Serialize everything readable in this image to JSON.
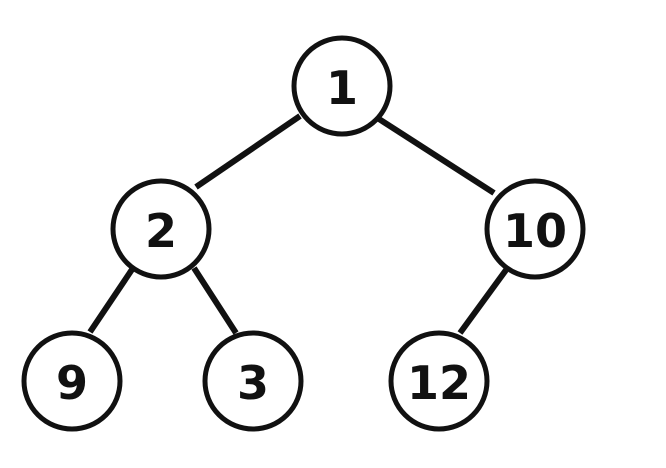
{
  "diagram": {
    "type": "binary-tree",
    "nodes": [
      {
        "id": "n1",
        "label": "1"
      },
      {
        "id": "n2",
        "label": "2"
      },
      {
        "id": "n10",
        "label": "10"
      },
      {
        "id": "n9",
        "label": "9"
      },
      {
        "id": "n3",
        "label": "3"
      },
      {
        "id": "n12",
        "label": "12"
      }
    ],
    "edges": [
      {
        "from": "n1",
        "to": "n2"
      },
      {
        "from": "n1",
        "to": "n10"
      },
      {
        "from": "n2",
        "to": "n9"
      },
      {
        "from": "n2",
        "to": "n3"
      },
      {
        "from": "n10",
        "to": "n12"
      }
    ],
    "colors": {
      "stroke": "#111111",
      "fill": "#ffffff",
      "text": "#111111"
    }
  }
}
